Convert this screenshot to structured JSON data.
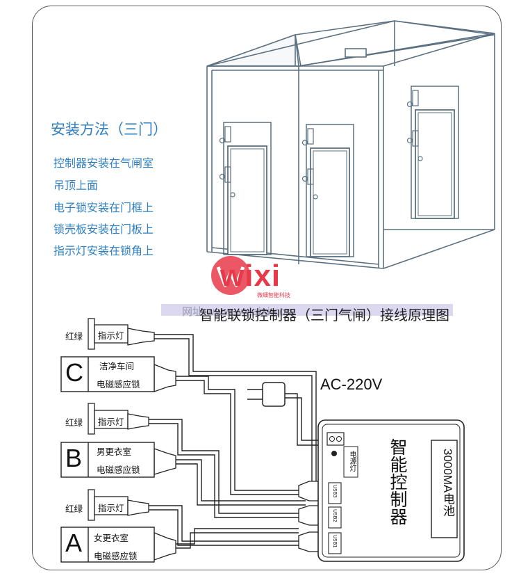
{
  "install": {
    "title": "安装方法（三门）",
    "steps": [
      "控制器安装在气闸室",
      "吊顶上面",
      "电子锁安装在门框上",
      "锁壳板安装在门板上",
      "指示灯安装在锁角上"
    ]
  },
  "watermark": {
    "word": "wixi",
    "subtitle": "微细智能科技",
    "url": "网址:www.wxiaixi.com"
  },
  "wiring_title": "智能联锁控制器（三门气闸）接线原理图",
  "power_label": "AC-220V",
  "controller": {
    "name": "智能控制器",
    "battery": "3000MA电池",
    "power_led": "电源灯",
    "ports": [
      "USB3",
      "USB2",
      "USB1"
    ]
  },
  "doors": [
    {
      "letter": "C",
      "room": "洁净车间",
      "indicator_color": "红绿",
      "indicator": "指示灯",
      "lock": "电磁感应锁"
    },
    {
      "letter": "B",
      "room": "男更衣室",
      "indicator_color": "红绿",
      "indicator": "指示灯",
      "lock": "电磁感应锁"
    },
    {
      "letter": "A",
      "room": "女更衣室",
      "indicator_color": "红绿",
      "indicator": "指示灯",
      "lock": "电磁感应锁"
    }
  ],
  "colors": {
    "heading_blue": "#2f7fc0",
    "watermark_red": "#e7394a",
    "sketch": "#5a7080"
  }
}
